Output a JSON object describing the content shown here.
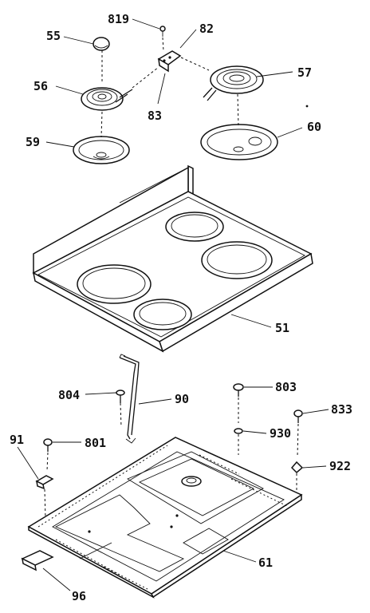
{
  "callouts": {
    "p819": "819",
    "p82": "82",
    "p55": "55",
    "p56": "56",
    "p83": "83",
    "p57": "57",
    "p59": "59",
    "p60": "60",
    "p51": "51",
    "p804": "804",
    "p90": "90",
    "p803": "803",
    "p833": "833",
    "p930": "930",
    "p91": "91",
    "p801": "801",
    "p922": "922",
    "p61": "61",
    "p96": "96"
  }
}
